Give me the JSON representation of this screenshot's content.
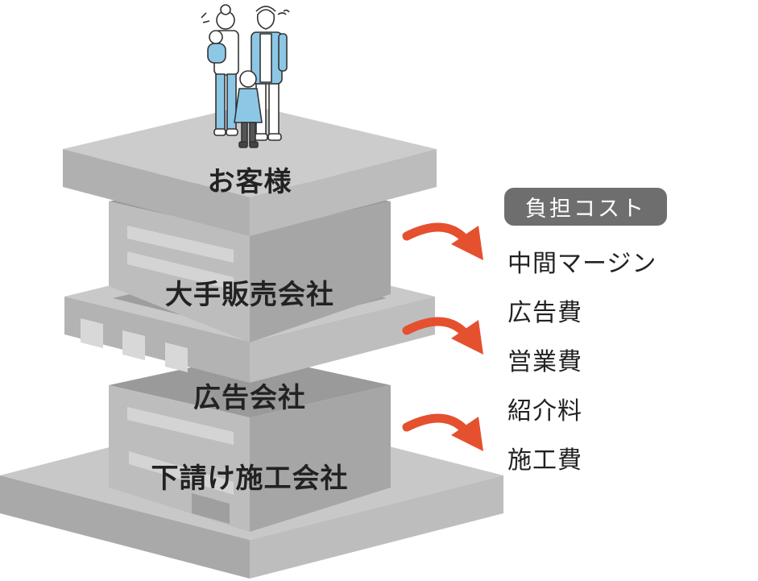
{
  "layers": [
    {
      "label": "お客様"
    },
    {
      "label": "大手販売会社"
    },
    {
      "label": "広告会社"
    },
    {
      "label": "下請け施工会社"
    }
  ],
  "costs": {
    "header": "負担コスト",
    "items": [
      "中間マージン",
      "広告費",
      "営業費",
      "紹介料",
      "施工費"
    ]
  },
  "colors": {
    "slab_top": "#c8c8c8",
    "slab_side": "#a0a0a0",
    "arrow": "#e5502f",
    "badge": "#6e6e6e",
    "family_blue": "#8cc8e6"
  },
  "icons": [
    "family-illustration",
    "curved-arrow-icon"
  ]
}
